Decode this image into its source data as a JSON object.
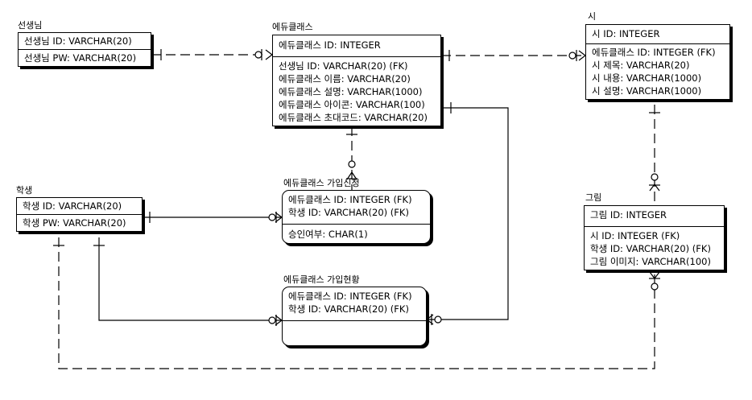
{
  "entities": {
    "teacher": {
      "title": "선생님",
      "keys": [
        "선생님 ID: VARCHAR(20)"
      ],
      "attrs": [
        "선생님 PW: VARCHAR(20)"
      ]
    },
    "eduClass": {
      "title": "에듀클래스",
      "keys": [
        "에듀클래스 ID: INTEGER"
      ],
      "attrs": [
        "선생님 ID: VARCHAR(20) (FK)",
        "에듀클래스 이름: VARCHAR(20)",
        "에듀클래스 설명: VARCHAR(1000)",
        "에듀클래스 아이콘: VARCHAR(100)",
        "에듀클래스 초대코드: VARCHAR(20)"
      ]
    },
    "poem": {
      "title": "시",
      "keys": [
        "시 ID: INTEGER"
      ],
      "attrs": [
        "에듀클래스 ID: INTEGER (FK)",
        "시 제목: VARCHAR(20)",
        "시 내용: VARCHAR(1000)",
        "시 설명: VARCHAR(1000)"
      ]
    },
    "student": {
      "title": "학생",
      "keys": [
        "학생 ID: VARCHAR(20)"
      ],
      "attrs": [
        "학생 PW: VARCHAR(20)"
      ]
    },
    "joinRequest": {
      "title": "에듀클래스 가입신청",
      "keys": [
        "에듀클래스 ID: INTEGER (FK)",
        "학생 ID: VARCHAR(20) (FK)"
      ],
      "attrs": [
        "승인여부: CHAR(1)"
      ]
    },
    "picture": {
      "title": "그림",
      "keys": [
        "그림 ID: INTEGER"
      ],
      "attrs": [
        "시 ID: INTEGER (FK)",
        "학생 ID: VARCHAR(20) (FK)",
        "그림 이미지: VARCHAR(100)"
      ]
    },
    "joinStatus": {
      "title": "에듀클래스 가입현황",
      "keys": [
        "에듀클래스 ID: INTEGER (FK)",
        "학생 ID: VARCHAR(20) (FK)"
      ],
      "attrs": []
    }
  },
  "relationships": [
    {
      "from": "teacher",
      "to": "eduClass",
      "style": "non-identifying"
    },
    {
      "from": "eduClass",
      "to": "poem",
      "style": "non-identifying"
    },
    {
      "from": "eduClass",
      "to": "joinRequest",
      "style": "non-identifying"
    },
    {
      "from": "student",
      "to": "joinRequest",
      "style": "identifying"
    },
    {
      "from": "poem",
      "to": "picture",
      "style": "non-identifying"
    },
    {
      "from": "student",
      "to": "joinStatus",
      "style": "identifying"
    },
    {
      "from": "eduClass",
      "to": "joinStatus",
      "style": "identifying"
    },
    {
      "from": "student",
      "to": "picture",
      "style": "non-identifying"
    }
  ]
}
